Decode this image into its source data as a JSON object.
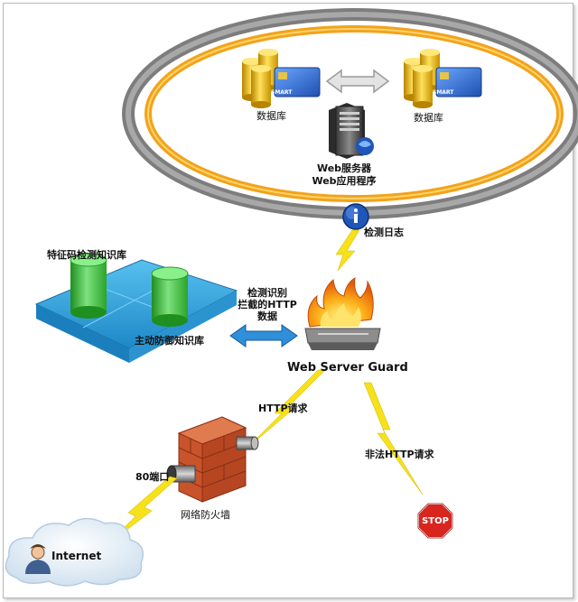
{
  "labels": {
    "db_left": "数据库",
    "db_right": "数据库",
    "web_server": "Web服务器",
    "web_app": "Web应用程序",
    "detect_log": "检测日志",
    "signature_kb": "特征码检测知识库",
    "active_defense_kb": "主动防御知识库",
    "detect_line1": "检测识别",
    "detect_line2": "拦截的HTTP",
    "detect_line3": "数据",
    "guard": "Web Server Guard",
    "http_request": "HTTP请求",
    "illegal_http": "非法HTTP请求",
    "port80": "80端口",
    "firewall": "网络防火墙",
    "internet": "Internet",
    "stop": "STOP",
    "smart_card": "SMART"
  },
  "colors": {
    "ring_outer": "#8a8a8a",
    "ring_inner": "#f2a31b",
    "db_gold": "#e8b400",
    "platform_blue": "#2f9fd8",
    "cylinder_green": "#3fbf3f",
    "flame": "#f39a12",
    "lightning": "#f6e11a",
    "brick": "#c9532b",
    "stop_red": "#d8261f",
    "cloud": "#dceaf5",
    "info_blue": "#1f56b8"
  },
  "icons": {
    "database": "database-icon",
    "server": "server-icon",
    "info": "info-icon",
    "firewall": "brick-wall-icon",
    "guard": "flame-firewall-icon",
    "stop": "stop-sign-icon",
    "user": "user-icon",
    "cloud": "cloud-icon"
  }
}
